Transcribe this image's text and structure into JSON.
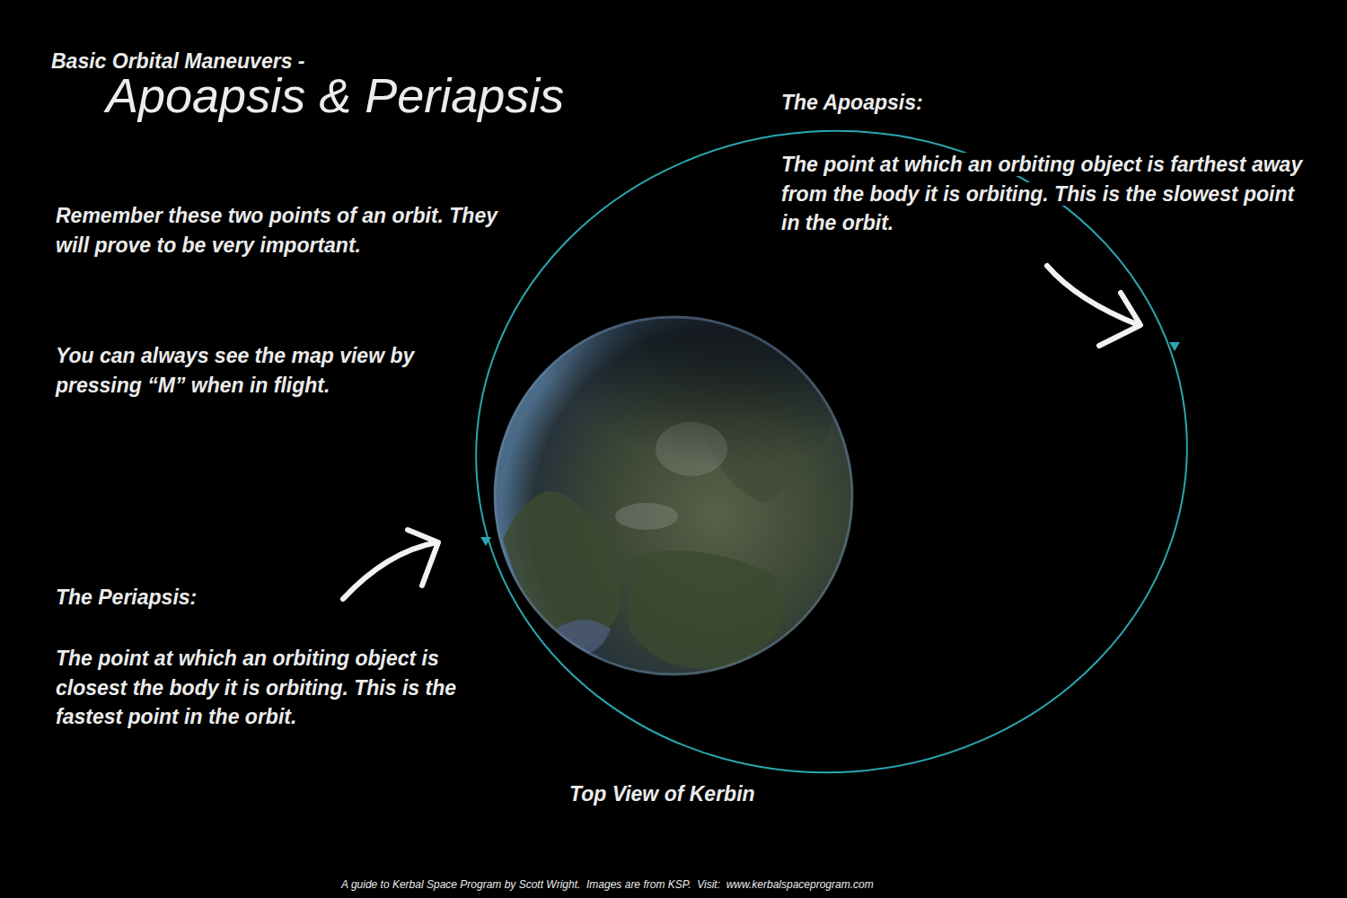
{
  "diagram": {
    "title": "Apoapsis & Periapsis",
    "caption": "A guide to Kerbal Space Program by Scott Wright.  Images are from KSP.  Visit:  www.kerbalspaceprogram.com",
    "labels": [
      "Basic Orbital Maneuvers -",
      "Remember these two points of an orbit. They will prove to be very important.",
      "You can always see the map view by pressing “M” when in flight.",
      "The Apoapsis:",
      "The point at which an orbiting object is farthest away from the body it is orbiting. This is the slowest point in the orbit.",
      "The Periapsis:",
      "The point at which an orbiting object is closest the body it is orbiting. This is the fastest point in the orbit.",
      "Top View of Kerbin"
    ]
  }
}
